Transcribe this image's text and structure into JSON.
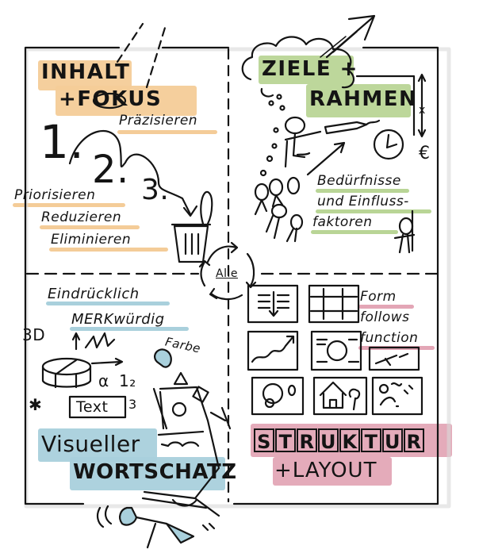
{
  "colors": {
    "orange": "#f4cc98",
    "green": "#b9d596",
    "blue": "#a9d0dc",
    "pink": "#e3a6b6",
    "ink": "#141414",
    "frame_shadow": "#d0d0d0"
  },
  "center": {
    "cycle_label": "Alle"
  },
  "quadrants": {
    "top_left": {
      "title_line1": "INHALT",
      "title_line2": "+FOKUS",
      "subtitle": "Präzisieren",
      "steps": [
        "1.",
        "2.",
        "3."
      ],
      "actions": [
        "Priorisieren",
        "Reduzieren",
        "Eliminieren"
      ],
      "icon": "trash-can-icon",
      "accent": "orange"
    },
    "top_right": {
      "title_line1": "ZIELE +",
      "title_line2": "RAHMEN",
      "notes_line1": "Bedürfnisse",
      "notes_line2": "und Einfluss-",
      "notes_line3": "faktoren",
      "dimension_label": "x",
      "currency_symbol": "€",
      "icons": [
        "thought-cloud-icon",
        "arrow-up-icon",
        "clock-icon",
        "euro-icon",
        "pencil-icon",
        "people-icon",
        "presenter-icon"
      ],
      "accent": "green"
    },
    "bottom_left": {
      "line1": "Eindrücklich",
      "line2": "MERKwürdig",
      "label_3d": "3D",
      "label_color": "Farbe",
      "greek": "α",
      "numbers": "1₂",
      "number3": "3",
      "text_box": "Text",
      "asterisk": "✱",
      "title_line1": "Visueller",
      "title_line2": "WORTSCHATZ",
      "icons": [
        "pie-chart-3d-icon",
        "zigzag-icon",
        "shapes-icon",
        "smiley-character-icon",
        "thumbs-up-icon"
      ],
      "accent": "blue"
    },
    "bottom_right": {
      "note_line1": "Form",
      "note_line2": "follows",
      "note_line3": "function",
      "title_letters": [
        "S",
        "T",
        "R",
        "U",
        "K",
        "T",
        "U",
        "R"
      ],
      "title_line2": "+LAYOUT",
      "layout_icons": [
        "text-list-icon",
        "grid-icon",
        "blank-icon",
        "chart-icon",
        "circle-text-icon",
        "map-icon",
        "circles-icon",
        "house-tree-icon",
        "landscape-icon"
      ],
      "accent": "pink"
    }
  }
}
